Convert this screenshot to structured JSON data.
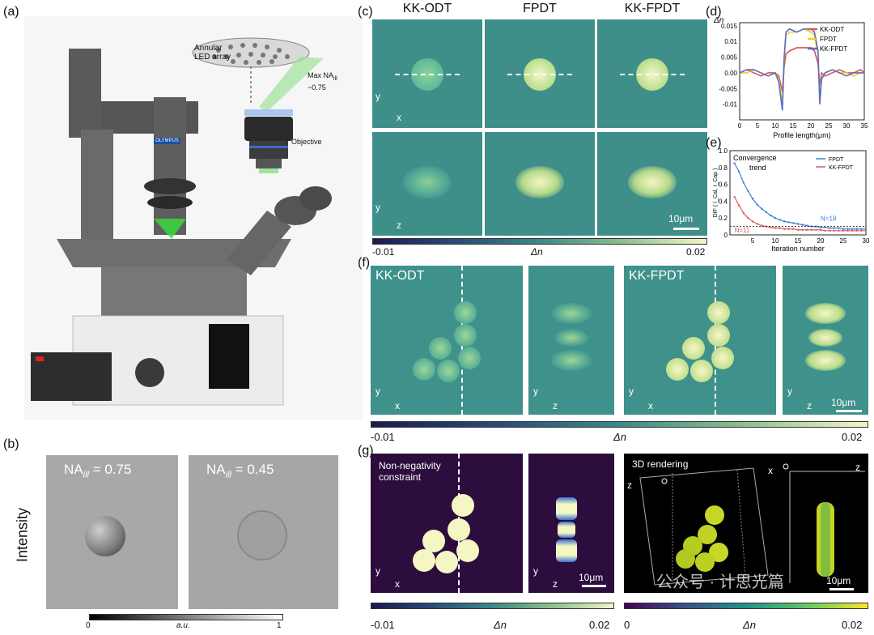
{
  "panel_labels": {
    "a": "(a)",
    "b": "(b)",
    "c": "(c)",
    "d": "(d)",
    "e": "(e)",
    "f": "(f)",
    "g": "(g)"
  },
  "a": {
    "led_label_1": "Annular",
    "led_label_2": "LED array",
    "max_na_1": "Max NA",
    "max_na_sub": "ill",
    "max_na_2": "~0.75",
    "objective": "Objective",
    "brand": "OLYMPUS"
  },
  "b": {
    "tile1_na": "NA",
    "tile1_sub": "ill",
    "tile1_val": " = 0.75",
    "tile2_na": "NA",
    "tile2_sub": "ill",
    "tile2_val": " = 0.45",
    "ylabel": "Intensity",
    "cb_min": "0",
    "cb_label": "a.u.",
    "cb_max": "1"
  },
  "c": {
    "titles": [
      "KK-ODT",
      "FPDT",
      "KK-FPDT"
    ],
    "axis_y": "y",
    "axis_x": "x",
    "axis_z": "z",
    "scale": "10μm",
    "cb_min": "-0.01",
    "cb_label": "Δn",
    "cb_max": "0.02"
  },
  "d": {
    "ylabel": "Δn",
    "xlabel": "Profile length(μm)",
    "chart_data": {
      "type": "line",
      "x": [
        0,
        2,
        4,
        6,
        8,
        10,
        11,
        12,
        12.5,
        13,
        14,
        16,
        18,
        20,
        21,
        22,
        22.5,
        23,
        24,
        26,
        28,
        30,
        32,
        34,
        35
      ],
      "series": [
        {
          "name": "KK-ODT",
          "values": [
            0,
            0.001,
            0,
            -0.001,
            0,
            0,
            -0.001,
            -0.006,
            0.002,
            0.006,
            0.007,
            0.008,
            0.008,
            0.008,
            0.007,
            0.003,
            -0.004,
            0,
            -0.001,
            0,
            0.001,
            0,
            0,
            0.001,
            0
          ]
        },
        {
          "name": "FPDT",
          "values": [
            0,
            0,
            0.001,
            0,
            -0.001,
            0,
            -0.002,
            -0.01,
            0.004,
            0.012,
            0.013,
            0.013,
            0.014,
            0.013,
            0.012,
            0.006,
            -0.008,
            -0.002,
            0,
            0.001,
            0,
            0,
            -0.001,
            0,
            0
          ]
        },
        {
          "name": "KK-FPDT",
          "values": [
            0,
            0.001,
            0.001,
            0,
            -0.001,
            0,
            -0.003,
            -0.012,
            0.005,
            0.013,
            0.014,
            0.013,
            0.014,
            0.014,
            0.013,
            0.007,
            -0.01,
            -0.002,
            0,
            0.001,
            0,
            -0.001,
            0,
            0,
            0
          ]
        }
      ],
      "colors": [
        "#d9534f",
        "#e6d21a",
        "#5a6cc8"
      ],
      "xlim": [
        0,
        35
      ],
      "ylim": [
        -0.015,
        0.016
      ],
      "xticks": [
        "0",
        "5",
        "10",
        "15",
        "20",
        "25",
        "30",
        "35"
      ],
      "yticks": [
        "0.015",
        "0.01",
        "0.005",
        "0.00",
        "-0.005",
        "-0.01"
      ]
    }
  },
  "e": {
    "title_1": "Convergence",
    "title_2": "trend",
    "ylabel": "DIF ( I_Cal, I_Cap )",
    "xlabel": "Iteration number",
    "n18": "N=18",
    "n11": "N=11",
    "chart_data": {
      "type": "line",
      "x": [
        1,
        2,
        3,
        4,
        5,
        6,
        7,
        8,
        9,
        10,
        11,
        12,
        13,
        14,
        15,
        16,
        17,
        18,
        19,
        20,
        21,
        22,
        23,
        24,
        25,
        26,
        27,
        28,
        29,
        30
      ],
      "series": [
        {
          "name": "FPDT",
          "values": [
            0.85,
            0.75,
            0.62,
            0.52,
            0.43,
            0.36,
            0.31,
            0.27,
            0.23,
            0.2,
            0.18,
            0.16,
            0.15,
            0.14,
            0.13,
            0.12,
            0.11,
            0.1,
            0.1,
            0.09,
            0.09,
            0.08,
            0.08,
            0.08,
            0.07,
            0.07,
            0.07,
            0.07,
            0.07,
            0.07
          ]
        },
        {
          "name": "KK-FPDT",
          "values": [
            0.45,
            0.35,
            0.26,
            0.2,
            0.16,
            0.13,
            0.11,
            0.1,
            0.09,
            0.08,
            0.08,
            0.07,
            0.07,
            0.07,
            0.06,
            0.06,
            0.06,
            0.06,
            0.06,
            0.06,
            0.05,
            0.05,
            0.05,
            0.05,
            0.05,
            0.05,
            0.05,
            0.05,
            0.05,
            0.05
          ]
        }
      ],
      "colors": [
        "#3c7fd6",
        "#e05a5a"
      ],
      "xlim": [
        0,
        30
      ],
      "ylim": [
        0,
        1.0
      ],
      "xticks": [
        "5",
        "10",
        "15",
        "20",
        "25",
        "30"
      ],
      "yticks": [
        "1.0",
        "0.8",
        "0.6",
        "0.4",
        "0.2",
        "0"
      ]
    }
  },
  "f": {
    "title_left": "KK-ODT",
    "title_right": "KK-FPDT",
    "axis_y": "y",
    "axis_x": "x",
    "axis_z": "z",
    "scale": "10μm",
    "cb_min": "-0.01",
    "cb_label": "Δn",
    "cb_max": "0.02"
  },
  "g": {
    "constraint_1": "Non-negativity",
    "constraint_2": "constraint",
    "rendering": "3D rendering",
    "axis_y": "y",
    "axis_x": "x",
    "axis_z": "z",
    "scale": "10μm",
    "cb1_min": "-0.01",
    "cb1_label": "Δn",
    "cb1_max": "0.02",
    "cb2_min": "0",
    "cb2_label": "Δn",
    "cb2_max": "0.02",
    "watermark": "公众号 · 计思光篇"
  }
}
